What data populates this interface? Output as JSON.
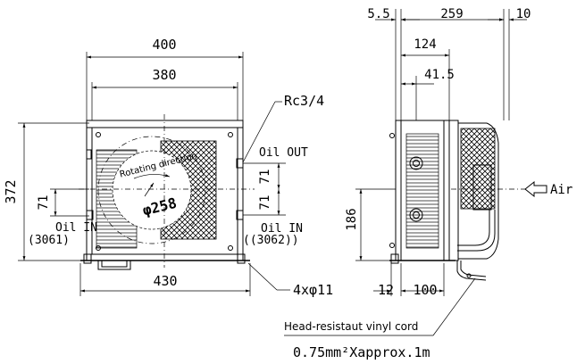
{
  "front_view": {
    "dim_width_total": "400",
    "dim_width_inner": "380",
    "dim_height": "372",
    "dim_oil_offset_top": "71",
    "dim_oil_offset_left": "71",
    "dim_oil_offset_bottom": "71",
    "dim_base": "430",
    "port_size": "Rc3/4",
    "fan_diameter": "φ258",
    "rotating_direction": "Rotating direction",
    "oil_out": "Oil OUT",
    "oil_in_left": "Oil IN",
    "oil_in_left_code": "(3061)",
    "oil_in_right": "Oil IN",
    "oil_in_right_code": "((3062))",
    "mount_holes": "4xφ11"
  },
  "side_view": {
    "dim_offset": "5.5",
    "dim_depth": "259",
    "dim_fan": "10",
    "dim_body": "124",
    "dim_port": "41.5",
    "dim_port_height": "186",
    "dim_base_front": "12",
    "dim_base_depth": "100",
    "air_label": "Air"
  },
  "cord": {
    "label": "Head-resistaut vinyl cord",
    "spec": "0.75mm²Xapprox.1m"
  }
}
